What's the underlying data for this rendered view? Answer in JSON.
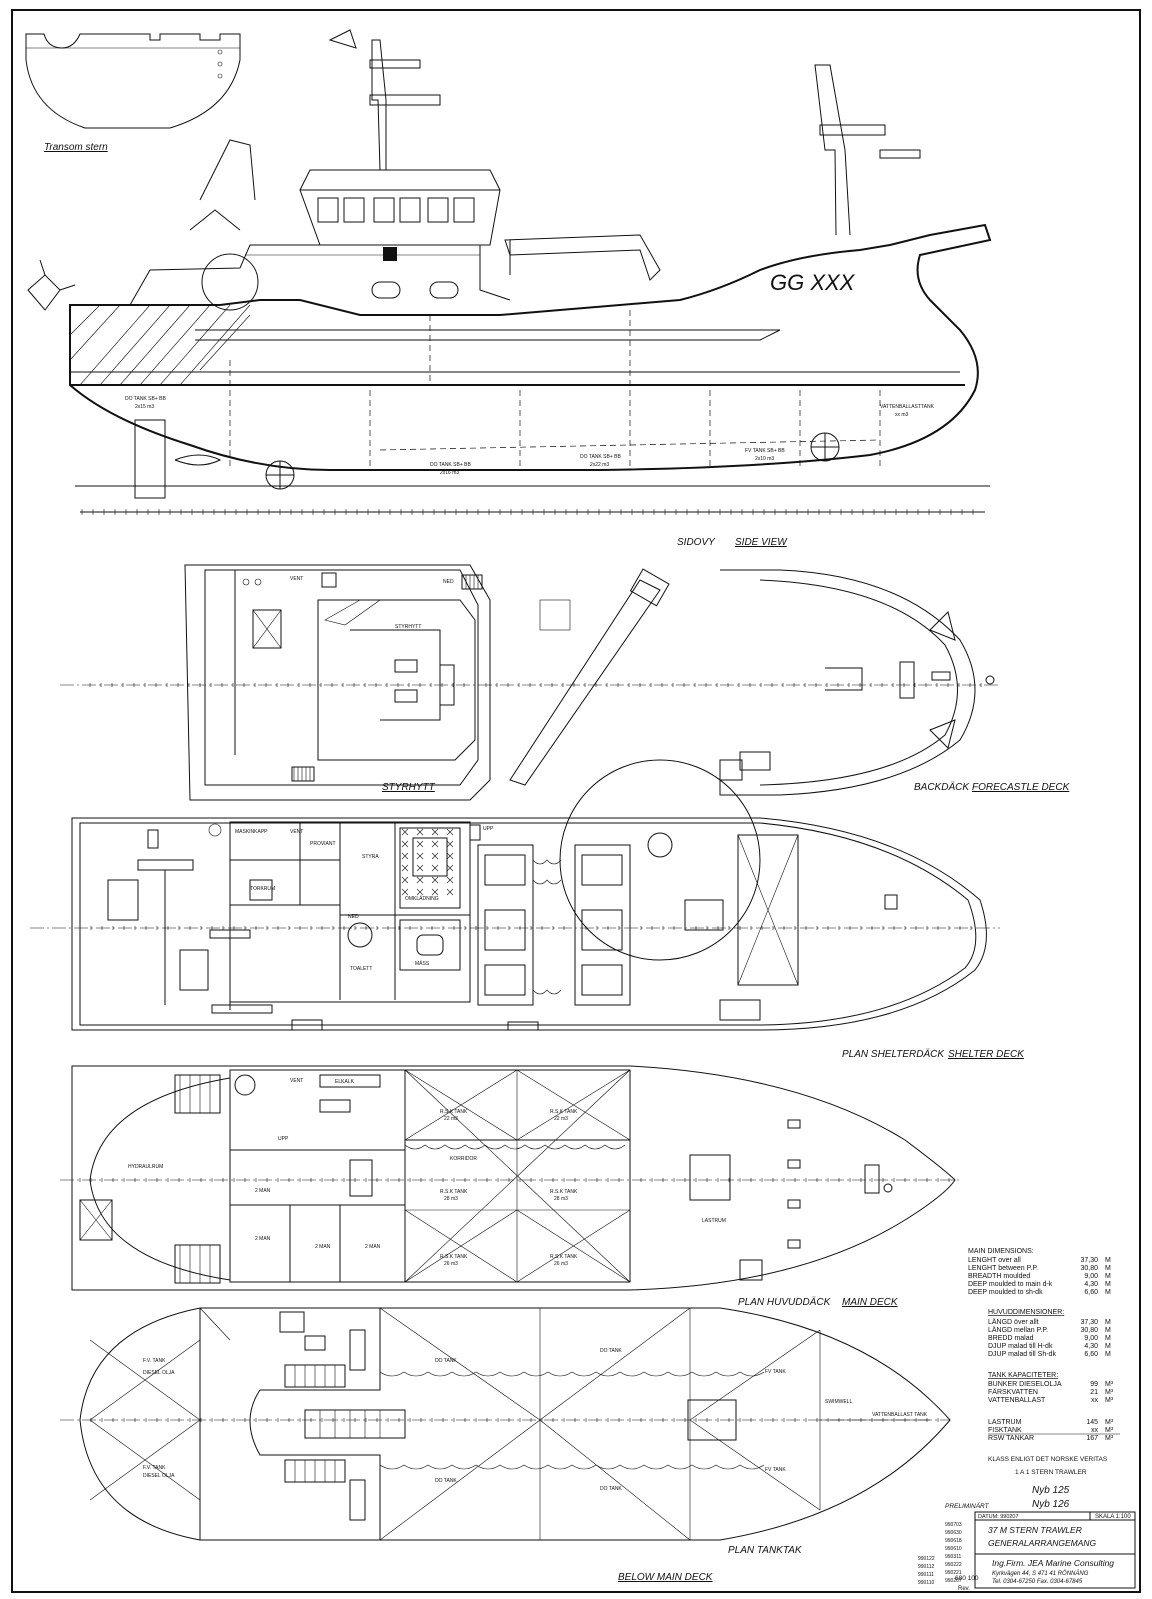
{
  "side_view": {
    "transom_label": "Transom stern",
    "hull_mark": "GG XXX",
    "tank_labels": [
      {
        "name": "DO TANK SB+ BB",
        "vol": "2x15 m3"
      },
      {
        "name": "DO TANK SB+ BB",
        "vol": "2x16 m3"
      },
      {
        "name": "DO TANK SB+ BB",
        "vol": "2x22 m3"
      },
      {
        "name": "FV TANK SB+ BB",
        "vol": "2x10 m3"
      },
      {
        "name": "VATTENBALLASTTANK",
        "vol": "xx m3"
      }
    ],
    "caption_sv": "SIDOVY",
    "caption_en": "SIDE VIEW"
  },
  "forecastle": {
    "styrhytt_caption": "STYRHYTT",
    "styrhytt_room": "STYRHYTT",
    "vent": "VENT",
    "ned": "NED",
    "caption_sv": "BACKDÄCK",
    "caption_en": "FORECASTLE DECK"
  },
  "shelter": {
    "rooms": [
      "MASKINKAPP",
      "VENT",
      "PROVIANT",
      "TORKRUM",
      "STYRA",
      "OMKLÄDNING",
      "MÄSS",
      "TOALETT",
      "UPP",
      "NED"
    ],
    "caption_sv": "PLAN SHELTERDÄCK",
    "caption_en": "SHELTER DECK"
  },
  "main_deck": {
    "rsk_tanks": [
      {
        "name": "R.S.K TANK",
        "vol": "22 m3"
      },
      {
        "name": "R.S.K TANK",
        "vol": "22 m3"
      },
      {
        "name": "R.S.K TANK",
        "vol": "28 m3"
      },
      {
        "name": "R.S.K TANK",
        "vol": "28 m3"
      },
      {
        "name": "R.S.K TANK",
        "vol": "26 m3"
      },
      {
        "name": "R.S.K TANK",
        "vol": "26 m3"
      }
    ],
    "rooms": [
      "ELKALK",
      "VENT",
      "HYDRAULRUM",
      "2 MAN",
      "2 MAN",
      "2 MAN",
      "2 MAN",
      "LASTRUM",
      "KORRIDOR",
      "UPP"
    ],
    "caption_sv": "PLAN HUVUDDÄCK",
    "caption_en": "MAIN DECK"
  },
  "tanktop": {
    "labels": [
      "DO TANK",
      "DO TANK",
      "FV TANK",
      "FV TANK",
      "DO TANK",
      "DO TANK",
      "SWIMWELL",
      "VATTENBALLAST TANK",
      "DIESEL OLJA",
      "DIESEL OLJA",
      "F.V. TANK",
      "F.V. TANK"
    ],
    "caption_sv": "PLAN TANKTAK",
    "caption_en": "BELOW MAIN DECK"
  },
  "main_dimensions": {
    "heading": "MAIN DIMENSIONS:",
    "rows": [
      {
        "label": "LENGHT over all",
        "value": "37,30",
        "unit": "M"
      },
      {
        "label": "LENGHT between P.P.",
        "value": "30,80",
        "unit": "M"
      },
      {
        "label": "BREADTH moulded",
        "value": "9,00",
        "unit": "M"
      },
      {
        "label": "DEEP moulded to main d-k",
        "value": "4,30",
        "unit": "M"
      },
      {
        "label": "DEEP moulded to sh-dk",
        "value": "6,60",
        "unit": "M"
      }
    ]
  },
  "huvuddimensioner": {
    "heading": "HUVUDDIMENSIONER:",
    "rows": [
      {
        "label": "LÄNGD över allt",
        "value": "37,30",
        "unit": "M"
      },
      {
        "label": "LÄNGD mellan P.P.",
        "value": "30,80",
        "unit": "M"
      },
      {
        "label": "BREDD malad",
        "value": "9,00",
        "unit": "M"
      },
      {
        "label": "DJUP malad till H-dk",
        "value": "4,30",
        "unit": "M"
      },
      {
        "label": "DJUP malad till Sh-dk",
        "value": "6,60",
        "unit": "M"
      }
    ]
  },
  "tank_capacities": {
    "heading": "TANK KAPACITETER:",
    "rows": [
      {
        "label": "BUNKER DIESELOLJA",
        "value": "99",
        "unit": "M³"
      },
      {
        "label": "FÄRSKVATTEN",
        "value": "21",
        "unit": "M³"
      },
      {
        "label": "VATTENBALLAST",
        "value": "xx",
        "unit": "M³"
      }
    ],
    "rows2": [
      {
        "label": "LASTRUM",
        "value": "145",
        "unit": "M³"
      },
      {
        "label": "FISKTANK",
        "value": "xx",
        "unit": "M³"
      },
      {
        "label": "RSW TANKAR",
        "value": "167",
        "unit": "M³"
      }
    ],
    "class_note": "KLASS ENLIGT DET NORSKE VERITAS",
    "class_code": "1 A 1 STERN TRAWLER"
  },
  "title_block": {
    "nyb1": "Nyb 125",
    "nyb2": "Nyb 126",
    "prelim": "PRELIMINÄRT",
    "date_label": "DATUM: 990207",
    "scale": "SKALA 1:100",
    "title1": "37 M STERN TRAWLER",
    "title2": "GENERALARRANGEMANG",
    "company": "Ing.Firm. JEA Marine Consulting",
    "address": "Kyrkvägen 44, S 471 41 RÖNNÄNG",
    "phone": "Tel. 0304-67250  Fax. 0304-67845",
    "drawing_no": "680 100",
    "rev_label": "Rev.",
    "rev_dates": [
      "990703",
      "990630",
      "990618",
      "990610",
      "990311",
      "990222",
      "990221",
      "990207"
    ],
    "rev_left": [
      "990122",
      "990112",
      "990111",
      "990110"
    ]
  }
}
